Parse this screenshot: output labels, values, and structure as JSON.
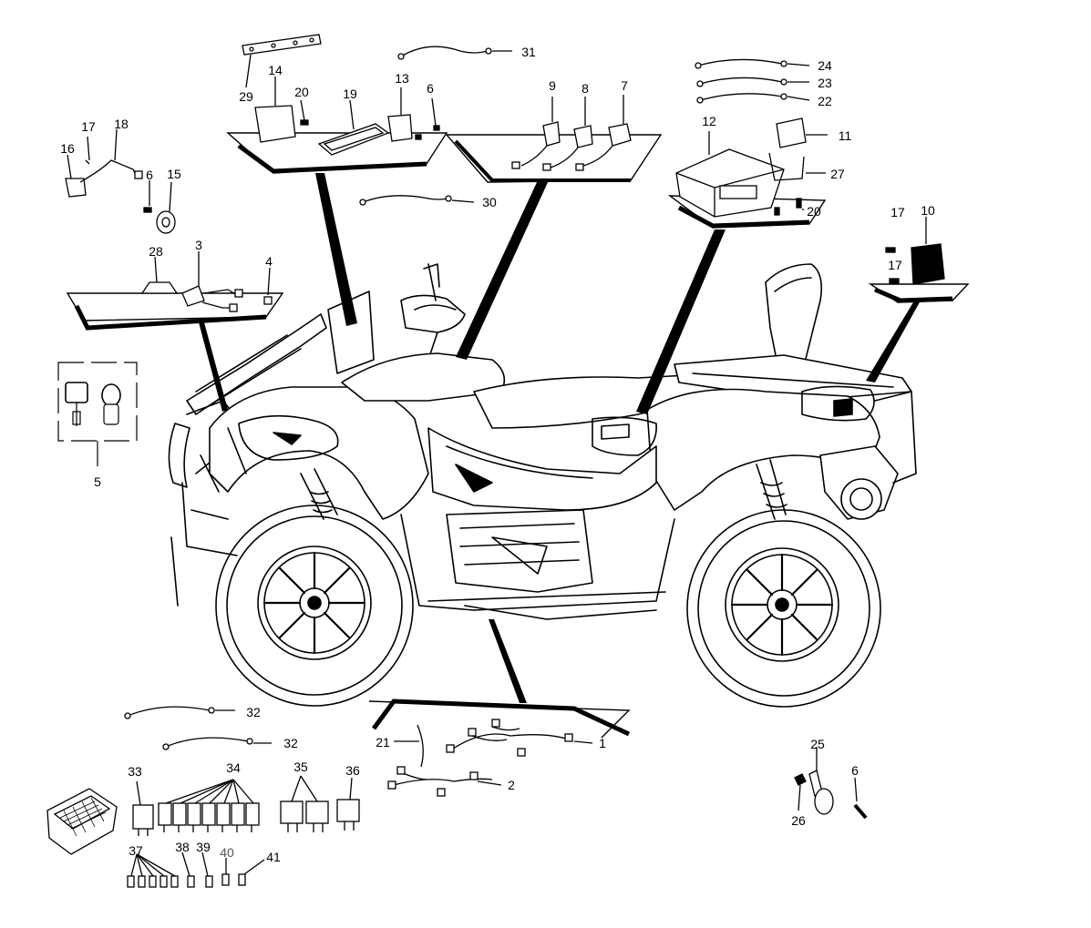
{
  "colors": {
    "ink": "#000000",
    "muted": "#555555",
    "background": "#ffffff"
  },
  "callouts": {
    "c1": "1",
    "c2": "2",
    "c3": "3",
    "c4": "4",
    "c5": "5",
    "c6a": "6",
    "c6b": "6",
    "c6c": "6",
    "c7": "7",
    "c8": "8",
    "c9": "9",
    "c10": "10",
    "c11": "11",
    "c12": "12",
    "c13": "13",
    "c14": "14",
    "c15": "15",
    "c16": "16",
    "c17a": "17",
    "c17b": "17",
    "c17c": "17",
    "c18": "18",
    "c19": "19",
    "c20a": "20",
    "c20b": "20",
    "c21": "21",
    "c22": "22",
    "c23": "23",
    "c24": "24",
    "c25": "25",
    "c26": "26",
    "c27": "27",
    "c28": "28",
    "c29": "29",
    "c30": "30",
    "c31": "31",
    "c32a": "32",
    "c32b": "32",
    "c33": "33",
    "c34": "34",
    "c35": "35",
    "c36": "36",
    "c37": "37",
    "c38": "38",
    "c39": "39",
    "c40": "40",
    "c41": "41"
  }
}
